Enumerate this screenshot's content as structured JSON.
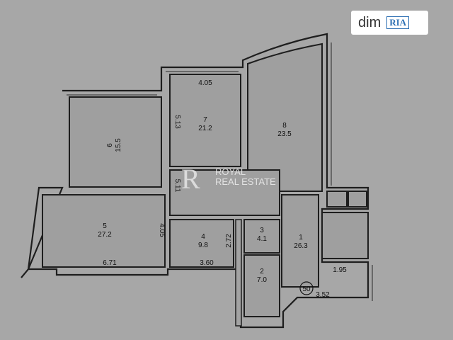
{
  "logo": {
    "dim": "dim",
    "ria": "RIA"
  },
  "watermark": {
    "line1": "ROYAL",
    "line2": "REAL ESTATE",
    "monogram": "R"
  },
  "rooms": [
    {
      "number": "1",
      "area": "26.3"
    },
    {
      "number": "2",
      "area": "7.0"
    },
    {
      "number": "3",
      "area": "4.1"
    },
    {
      "number": "4",
      "area": "9.8"
    },
    {
      "number": "5",
      "area": "27.2"
    },
    {
      "number": "6",
      "area": "15.5"
    },
    {
      "number": "7",
      "area": "21.2"
    },
    {
      "number": "8",
      "area": "23.5"
    }
  ],
  "dimensions": {
    "d_405_top": "4.05",
    "d_513": "5.13",
    "d_511": "5.11",
    "d_671": "6.71",
    "d_405_side": "4.05",
    "d_360": "3.60",
    "d_272": "2.72",
    "d_195": "1.95",
    "d_352": "3.52"
  },
  "marker": "50"
}
